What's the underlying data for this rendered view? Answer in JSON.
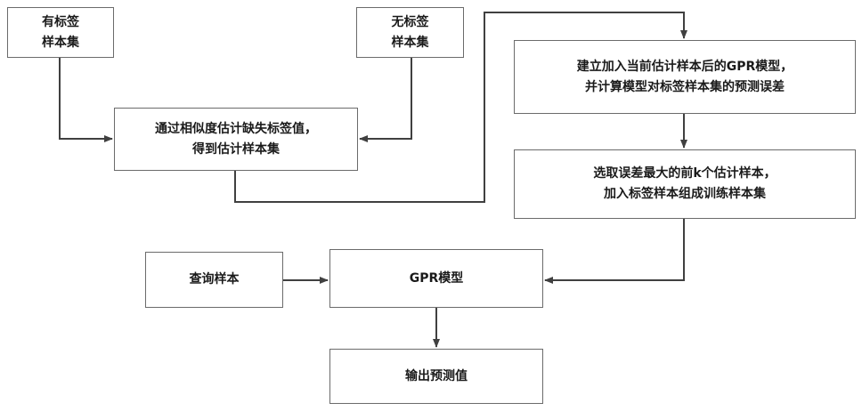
{
  "nodes": {
    "labeled_set": {
      "lines": [
        "有标签",
        "样本集"
      ]
    },
    "unlabeled_set": {
      "lines": [
        "无标签",
        "样本集"
      ]
    },
    "estimate": {
      "lines": [
        "通过相似度估计缺失标签值，",
        "得到估计样本集"
      ]
    },
    "build_gpr": {
      "lines": [
        "建立加入当前估计样本后的GPR模型，",
        "并计算模型对标签样本集的预测误差"
      ]
    },
    "select_topk": {
      "lines": [
        "选取误差最大的前k个估计样本，",
        "加入标签样本组成训练样本集"
      ]
    },
    "query": {
      "lines": [
        "查询样本"
      ]
    },
    "gpr_model": {
      "lines": [
        "GPR模型"
      ]
    },
    "output": {
      "lines": [
        "输出预测值"
      ]
    }
  },
  "colors": {
    "stroke": "#404040",
    "box_border": "#6b6b6b",
    "text": "#1a1a1a"
  }
}
